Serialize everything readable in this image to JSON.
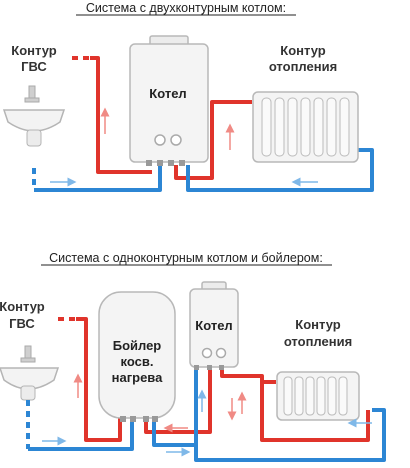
{
  "top": {
    "title": "Система с двухконтурным котлом:",
    "hot_water_label": [
      "Контур",
      "ГВС"
    ],
    "boiler_label": "Котел",
    "heating_label": [
      "Контур",
      "отопления"
    ]
  },
  "bottom": {
    "title": "Система с одноконтурным котлом и бойлером:",
    "hot_water_label": [
      "Контур",
      "ГВС"
    ],
    "water_heater_label": [
      "Бойлер",
      "косв.",
      "нагрева"
    ],
    "boiler_label": "Котел",
    "heating_label": [
      "Контур",
      "отопления"
    ]
  },
  "colors": {
    "hot": "#e0342b",
    "cold": "#2c86d4",
    "hot_arrow": "#f08a84",
    "cold_arrow": "#7fb8e8"
  },
  "icons": [
    "sink-icon",
    "radiator-icon",
    "gas-boiler-icon",
    "water-heater-tank-icon",
    "flow-arrow-icon"
  ]
}
